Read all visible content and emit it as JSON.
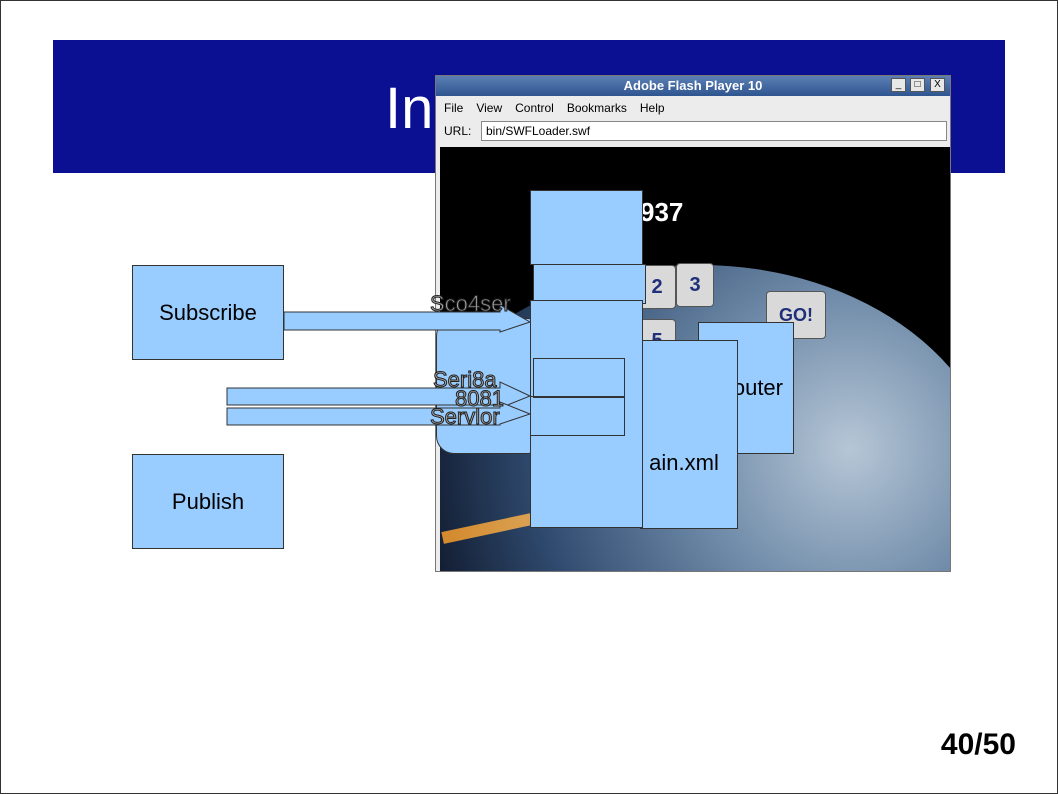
{
  "slide": {
    "title": "In",
    "page_number": "40/50"
  },
  "boxes": {
    "subscribe": "Subscribe",
    "publish": "Publish",
    "router": "outer",
    "main_xml": "ain.xml"
  },
  "ghost_labels": {
    "top_arrow": "Sco4ser",
    "mid_upper": "Seri8a",
    "mid_port": "8081",
    "mid_lower": "Servlor"
  },
  "flash_window": {
    "title": "Adobe Flash Player 10",
    "menu": [
      "File",
      "View",
      "Control",
      "Bookmarks",
      "Help"
    ],
    "url_label": "URL:",
    "url_value": "bin/SWFLoader.swf",
    "display_value": "937",
    "keys": [
      "2",
      "3",
      "5"
    ],
    "go_label": "GO!",
    "window_buttons": [
      "_",
      "□",
      "X"
    ]
  },
  "colors": {
    "title_bar": "#0b0f91",
    "box_fill": "#99ccff"
  }
}
